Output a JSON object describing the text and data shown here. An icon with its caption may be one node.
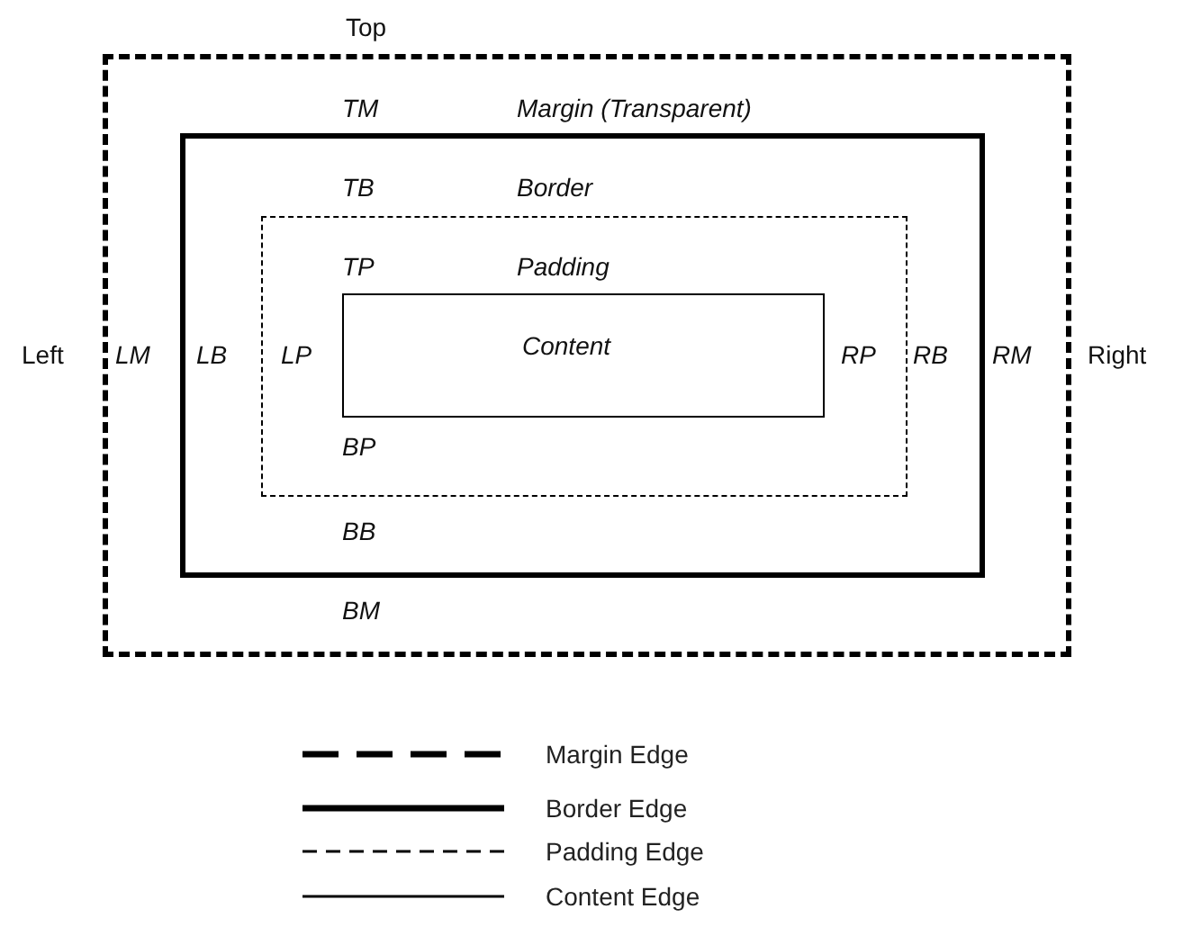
{
  "diagram": {
    "nodes": [
      {
        "text": [
          "TM",
          "Margin (Transparent)",
          "LM",
          "RM",
          "BM"
        ]
      },
      {
        "text": [
          "TB",
          "Border",
          "LB",
          "RB",
          "BB"
        ],
        "in": 0
      },
      {
        "text": [
          "TP",
          "Padding",
          "LP",
          "RP",
          "BP"
        ],
        "in": 1
      },
      {
        "text": [
          "Content"
        ],
        "in": 2
      }
    ],
    "labels": [
      "Top",
      "Left",
      "Right"
    ],
    "legend": [
      {
        "text": "Margin Edge"
      },
      {
        "text": "Border Edge"
      },
      {
        "text": "Padding Edge"
      },
      {
        "text": "Content Edge"
      }
    ]
  }
}
